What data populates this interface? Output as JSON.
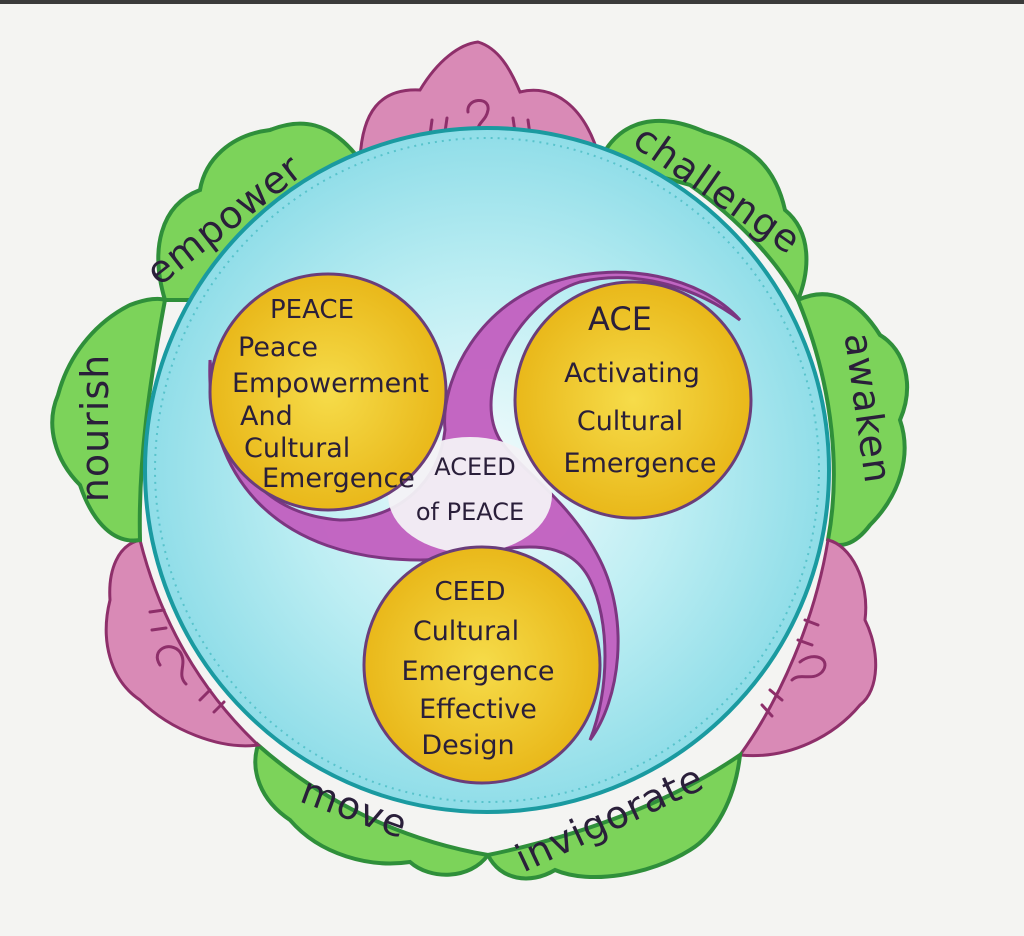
{
  "colors": {
    "background": "#f4f4f2",
    "green_petal": "#7cd35a",
    "green_edge": "#2f8f3a",
    "pink_petal": "#d98ab6",
    "pink_edge": "#8e2f6a",
    "sky_circle": "#9fe3ec",
    "sky_edge": "#1a9aa0",
    "swirl": "#c25fc0",
    "swirl_edge": "#7a2d7c",
    "yellow_circle": "#f1cf1e",
    "yellow_edge": "#6a3d7a"
  },
  "petals": [
    {
      "type": "green",
      "label": "empower"
    },
    {
      "type": "pink",
      "label": ""
    },
    {
      "type": "green",
      "label": "challenge"
    },
    {
      "type": "green",
      "label": "awaken"
    },
    {
      "type": "pink",
      "label": ""
    },
    {
      "type": "green",
      "label": "invigorate"
    },
    {
      "type": "green",
      "label": "move"
    },
    {
      "type": "pink",
      "label": ""
    },
    {
      "type": "green",
      "label": "nourish"
    }
  ],
  "circles": [
    {
      "id": "peace",
      "title": "PEACE",
      "lines": [
        "Peace",
        "Empowerment",
        "And",
        "Cultural",
        "Emergence"
      ]
    },
    {
      "id": "ace",
      "title": "ACE",
      "lines": [
        "Activating",
        "Cultural",
        "Emergence"
      ]
    },
    {
      "id": "ceed",
      "title": "CEED",
      "lines": [
        "Cultural",
        "Emergence",
        "Effective",
        "Design"
      ]
    }
  ],
  "center": {
    "line1": "ACEED",
    "line2": "of PEACE"
  }
}
